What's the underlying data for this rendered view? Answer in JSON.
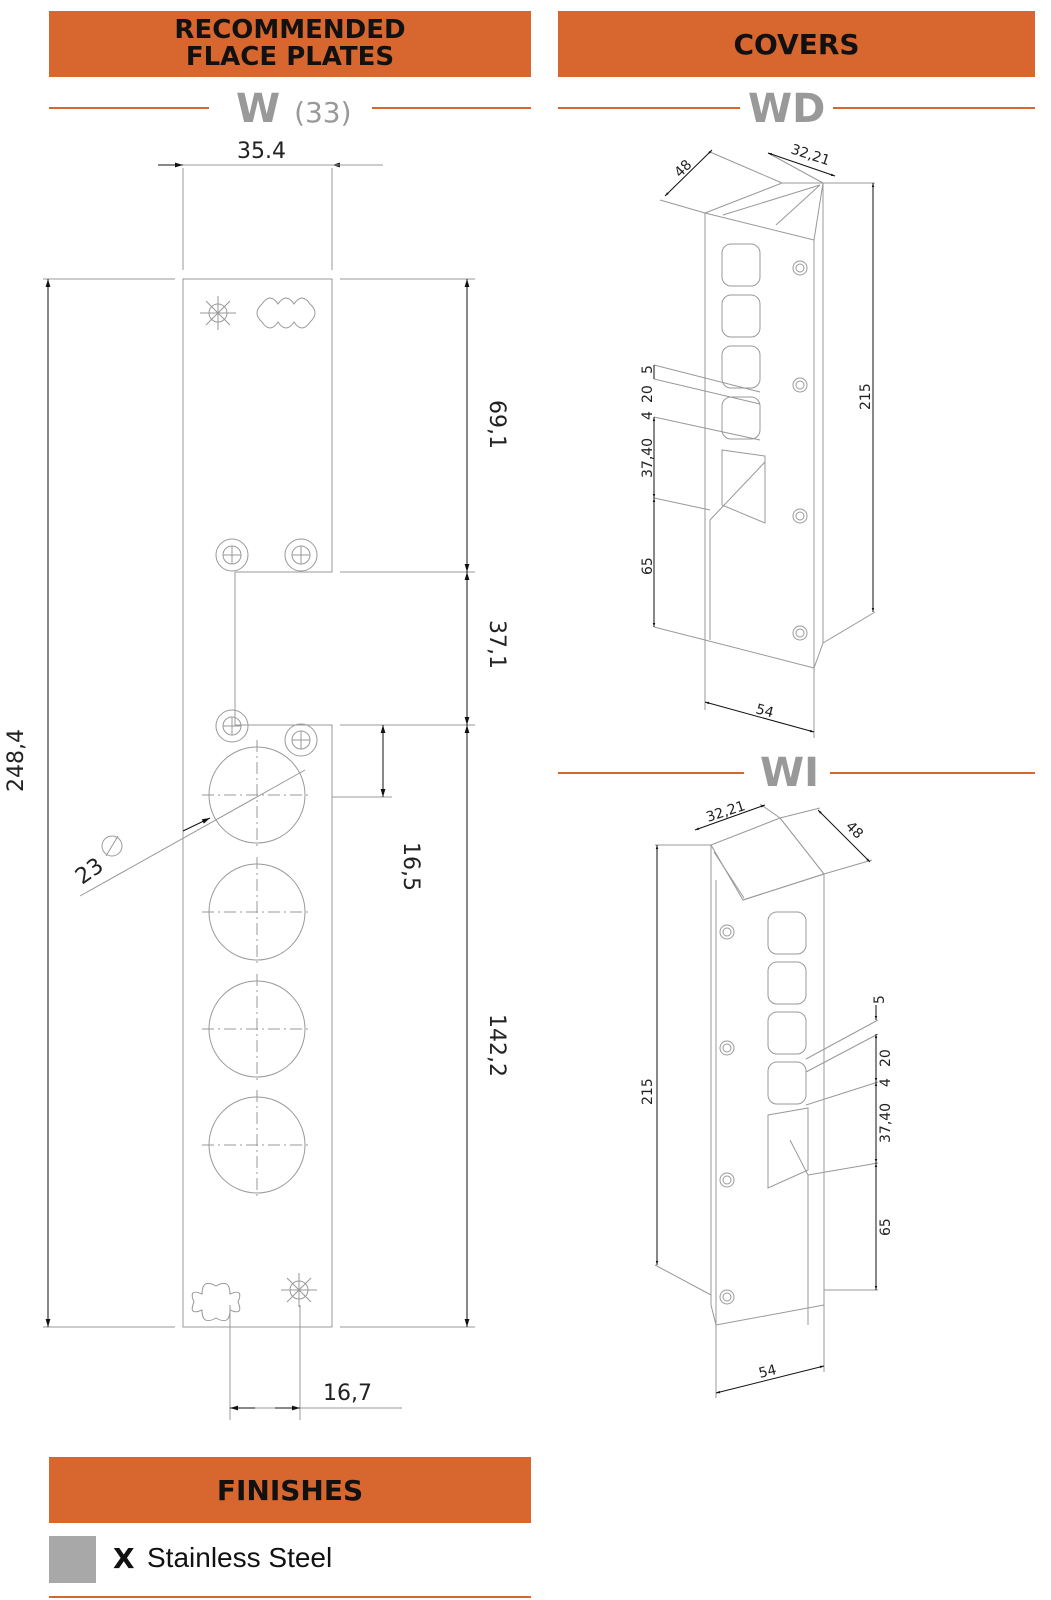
{
  "headers": {
    "left": "RECOMMENDED FLACE PLATES",
    "right": "COVERS",
    "finishes": "FINISHES"
  },
  "plate": {
    "code": "W",
    "note": "(33)",
    "dims": {
      "width": "35.4",
      "total_height": "248,4",
      "upper": "69,1",
      "middle": "37,1",
      "lower": "142,2",
      "hole_offset": "16,5",
      "hole_diameter": "23",
      "bottom_spacing": "16,7"
    }
  },
  "covers": [
    {
      "code": "WD",
      "dims": {
        "depth": "48",
        "width": "32,21",
        "height": "215",
        "d5": "5",
        "d20": "20",
        "d4": "4",
        "d37": "37,40",
        "d65": "65",
        "base": "54"
      }
    },
    {
      "code": "WI",
      "dims": {
        "depth": "48",
        "width": "32,21",
        "height": "215",
        "d5": "5",
        "d20": "20",
        "d4": "4",
        "d37": "37,40",
        "d65": "65",
        "base": "54"
      }
    }
  ],
  "finishes": [
    {
      "code": "X",
      "name": "Stainless Steel",
      "swatch_color": "#a8a8a8"
    }
  ],
  "colors": {
    "accent": "#d8662f",
    "title_gray": "#999999"
  }
}
